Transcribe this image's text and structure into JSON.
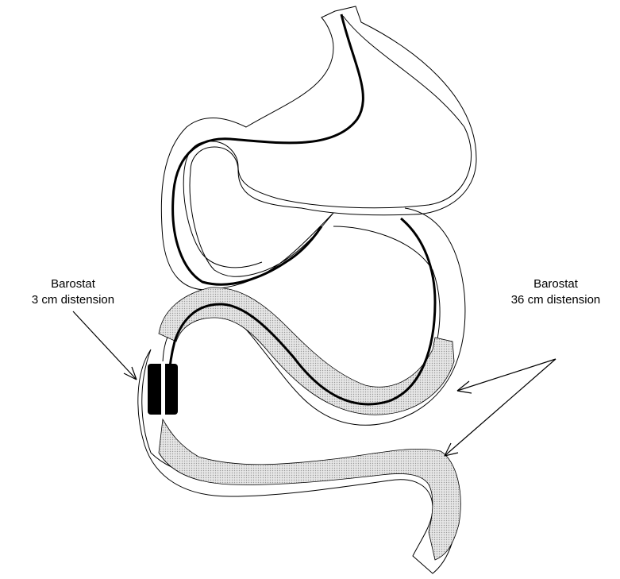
{
  "labels": {
    "left": {
      "line1": "Barostat",
      "line2": "3 cm distension"
    },
    "right": {
      "line1": "Barostat",
      "line2": "36 cm distension"
    }
  },
  "colors": {
    "outline": "#000000",
    "balloon_fill": "#d9d9d9",
    "stomach_fill": "#ffffff",
    "barostat_3cm_fill": "#000000"
  }
}
